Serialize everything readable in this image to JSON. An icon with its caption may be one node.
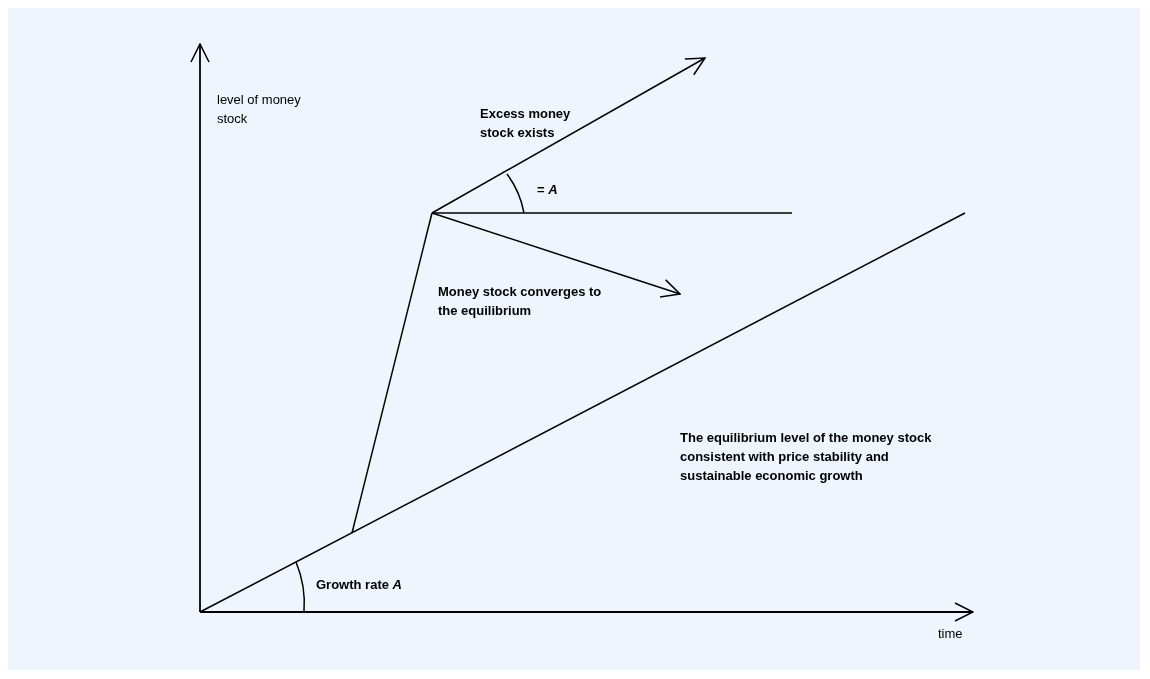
{
  "diagram": {
    "labels": [
      "level of money stock",
      "Excess money stock exists",
      "= *A*",
      "Money stock converges to the equilibrium",
      "The equilibrium level of the money stock consistent with price stability and sustainable economic growth",
      "Growth rate *A*",
      "time"
    ]
  }
}
